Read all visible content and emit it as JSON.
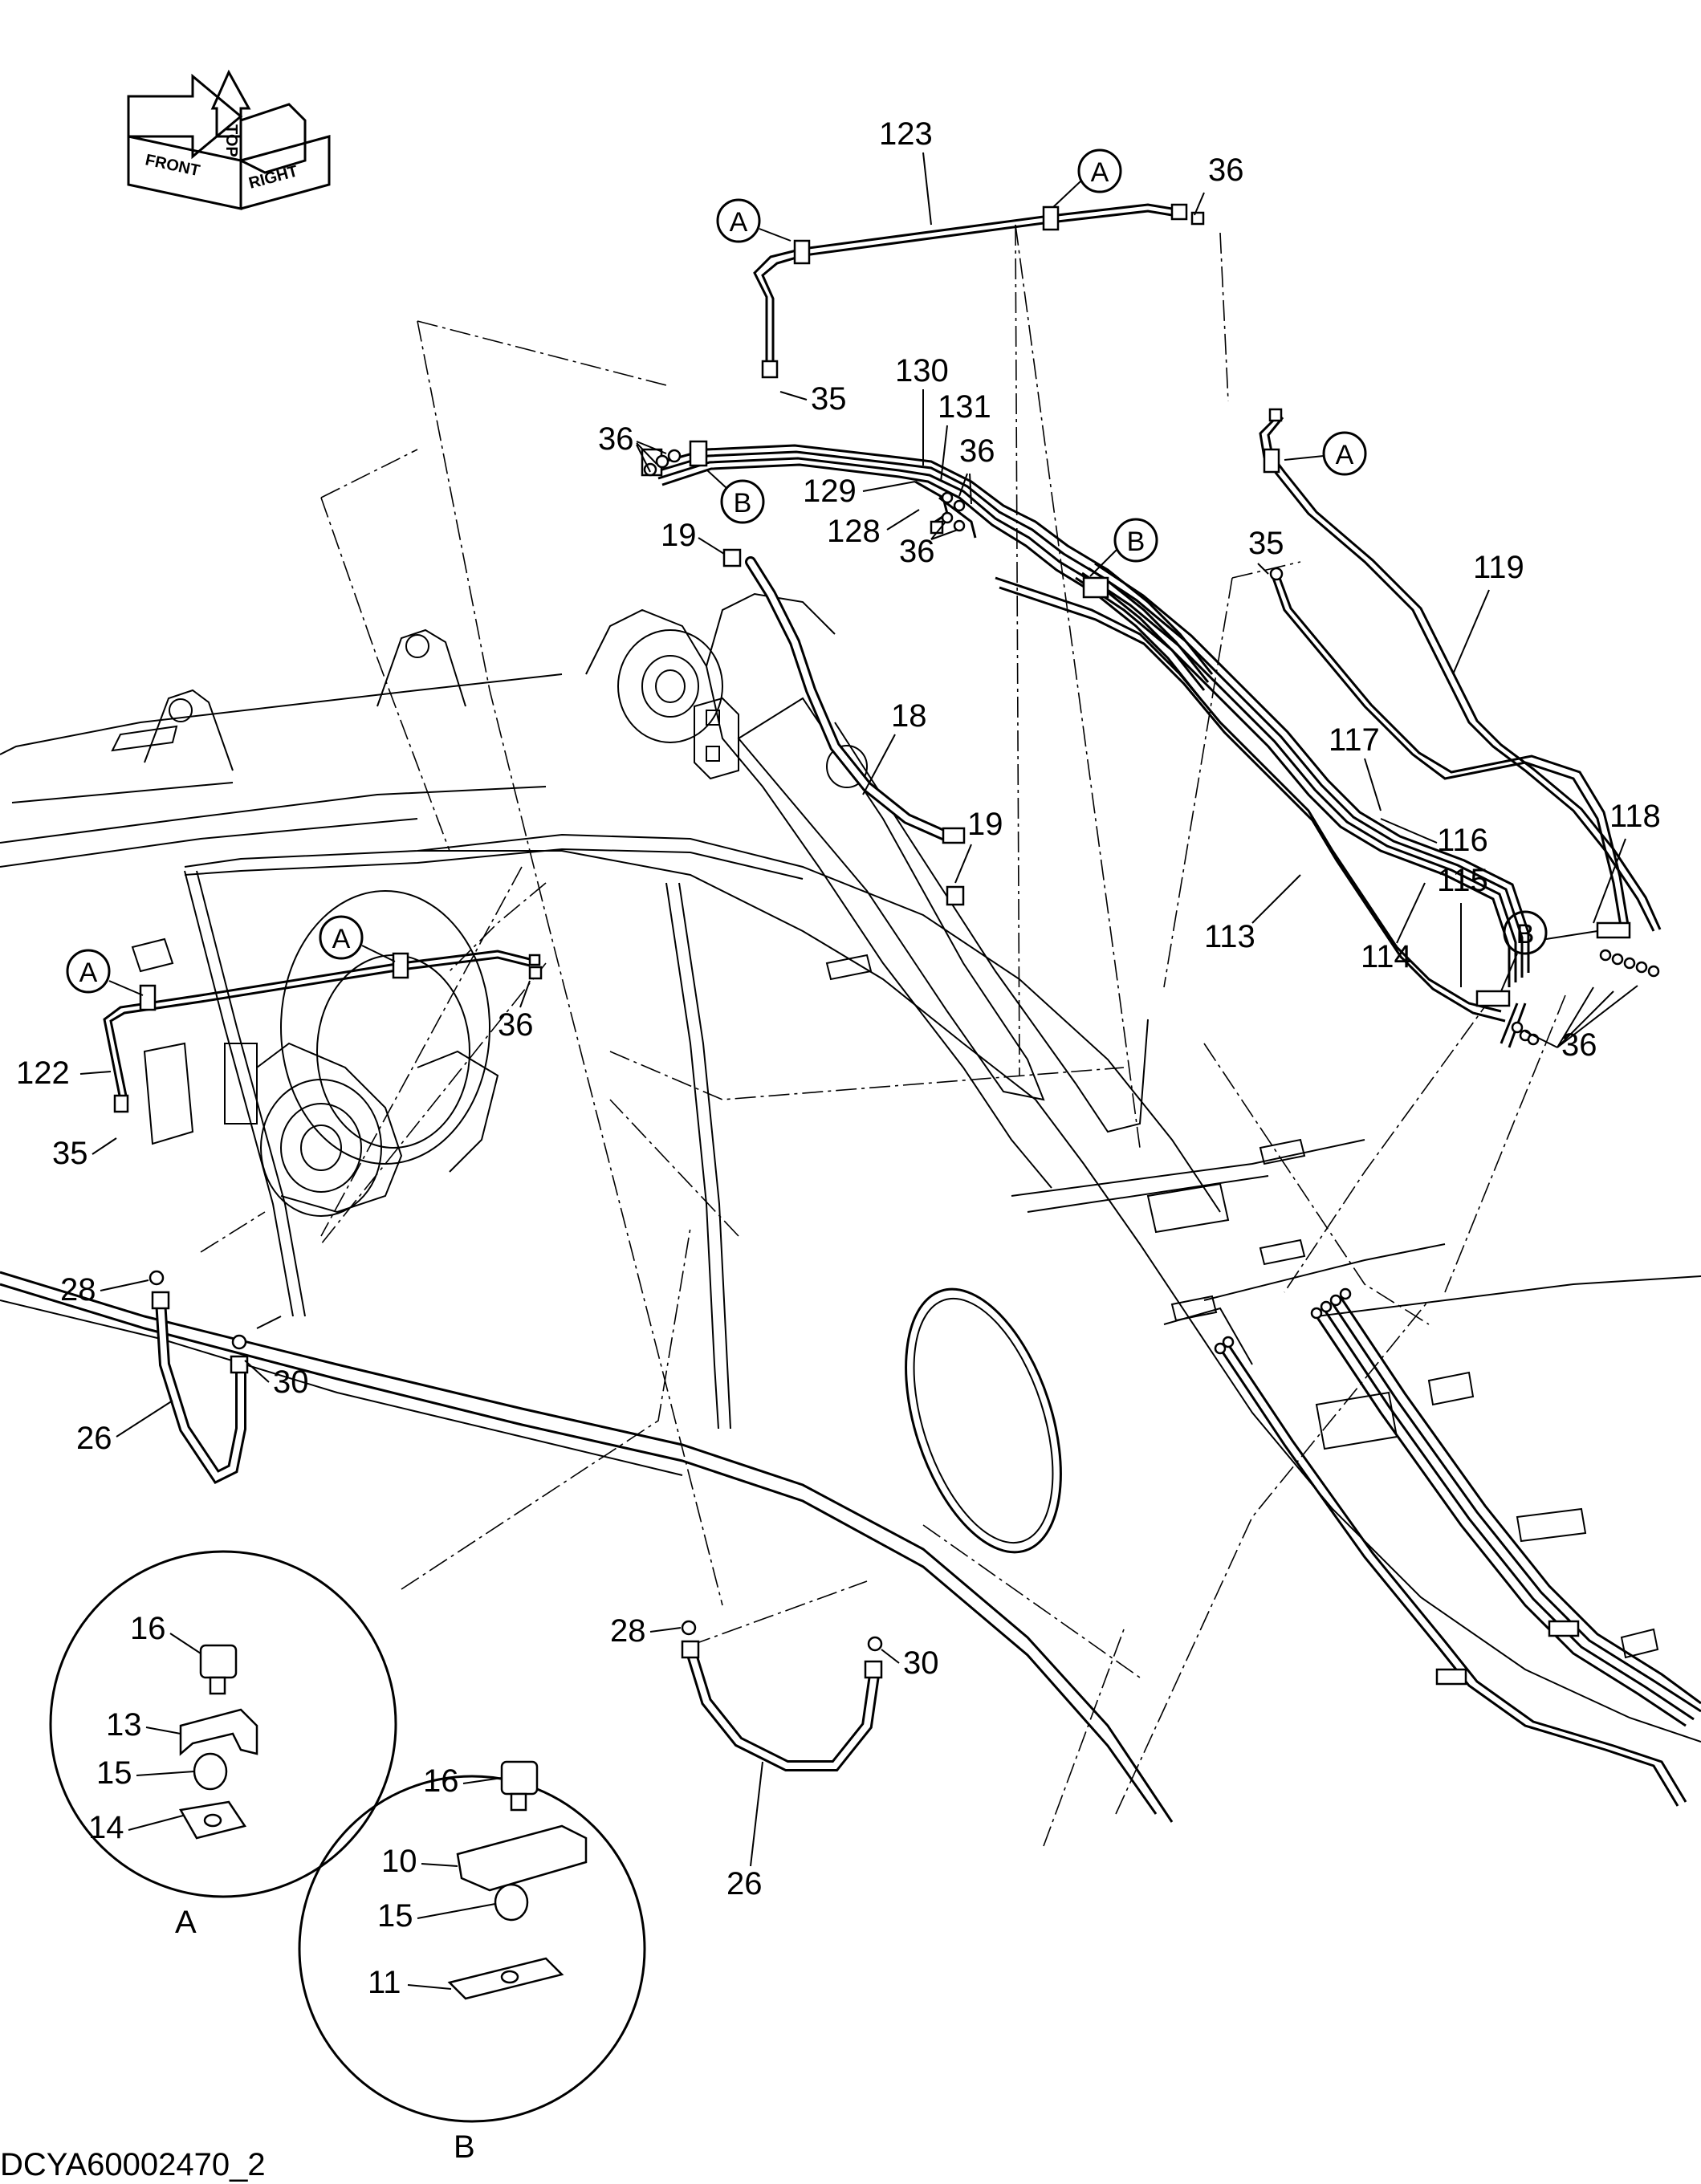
{
  "drawing_code": "DCYA60002470_2",
  "direction_indicator": {
    "top": "TOP",
    "front": "FRONT",
    "right": "RIGHT"
  },
  "callouts": {
    "p123": "123",
    "p36_top": "36",
    "p35_top": "35",
    "p130": "130",
    "p131": "131",
    "p36_left": "36",
    "p36_mid1": "36",
    "p129": "129",
    "p128": "128",
    "p36_mid2": "36",
    "p19_top": "19",
    "p18": "18",
    "p19_bot": "19",
    "p35_right": "35",
    "p119": "119",
    "p117": "117",
    "p116": "116",
    "p118": "118",
    "p115": "115",
    "p113": "113",
    "p114": "114",
    "p36_right": "36",
    "p36_lowleft": "36",
    "p122": "122",
    "p35_left": "35",
    "p28_left": "28",
    "p30_left": "30",
    "p26_left": "26",
    "p28_bot": "28",
    "p30_bot": "30",
    "p26_bot": "26"
  },
  "clamp_refs": {
    "a1": "A",
    "a2": "A",
    "a3": "A",
    "a4": "A",
    "a5": "A",
    "b1": "B",
    "b2": "B",
    "b3": "B"
  },
  "inset_a": {
    "caption": "A",
    "labels": {
      "bolt": "16",
      "clamp": "13",
      "spacer": "15",
      "plate": "14"
    }
  },
  "inset_b": {
    "caption": "B",
    "labels": {
      "bolt": "16",
      "clamp": "10",
      "spacer": "15",
      "plate": "11"
    }
  }
}
